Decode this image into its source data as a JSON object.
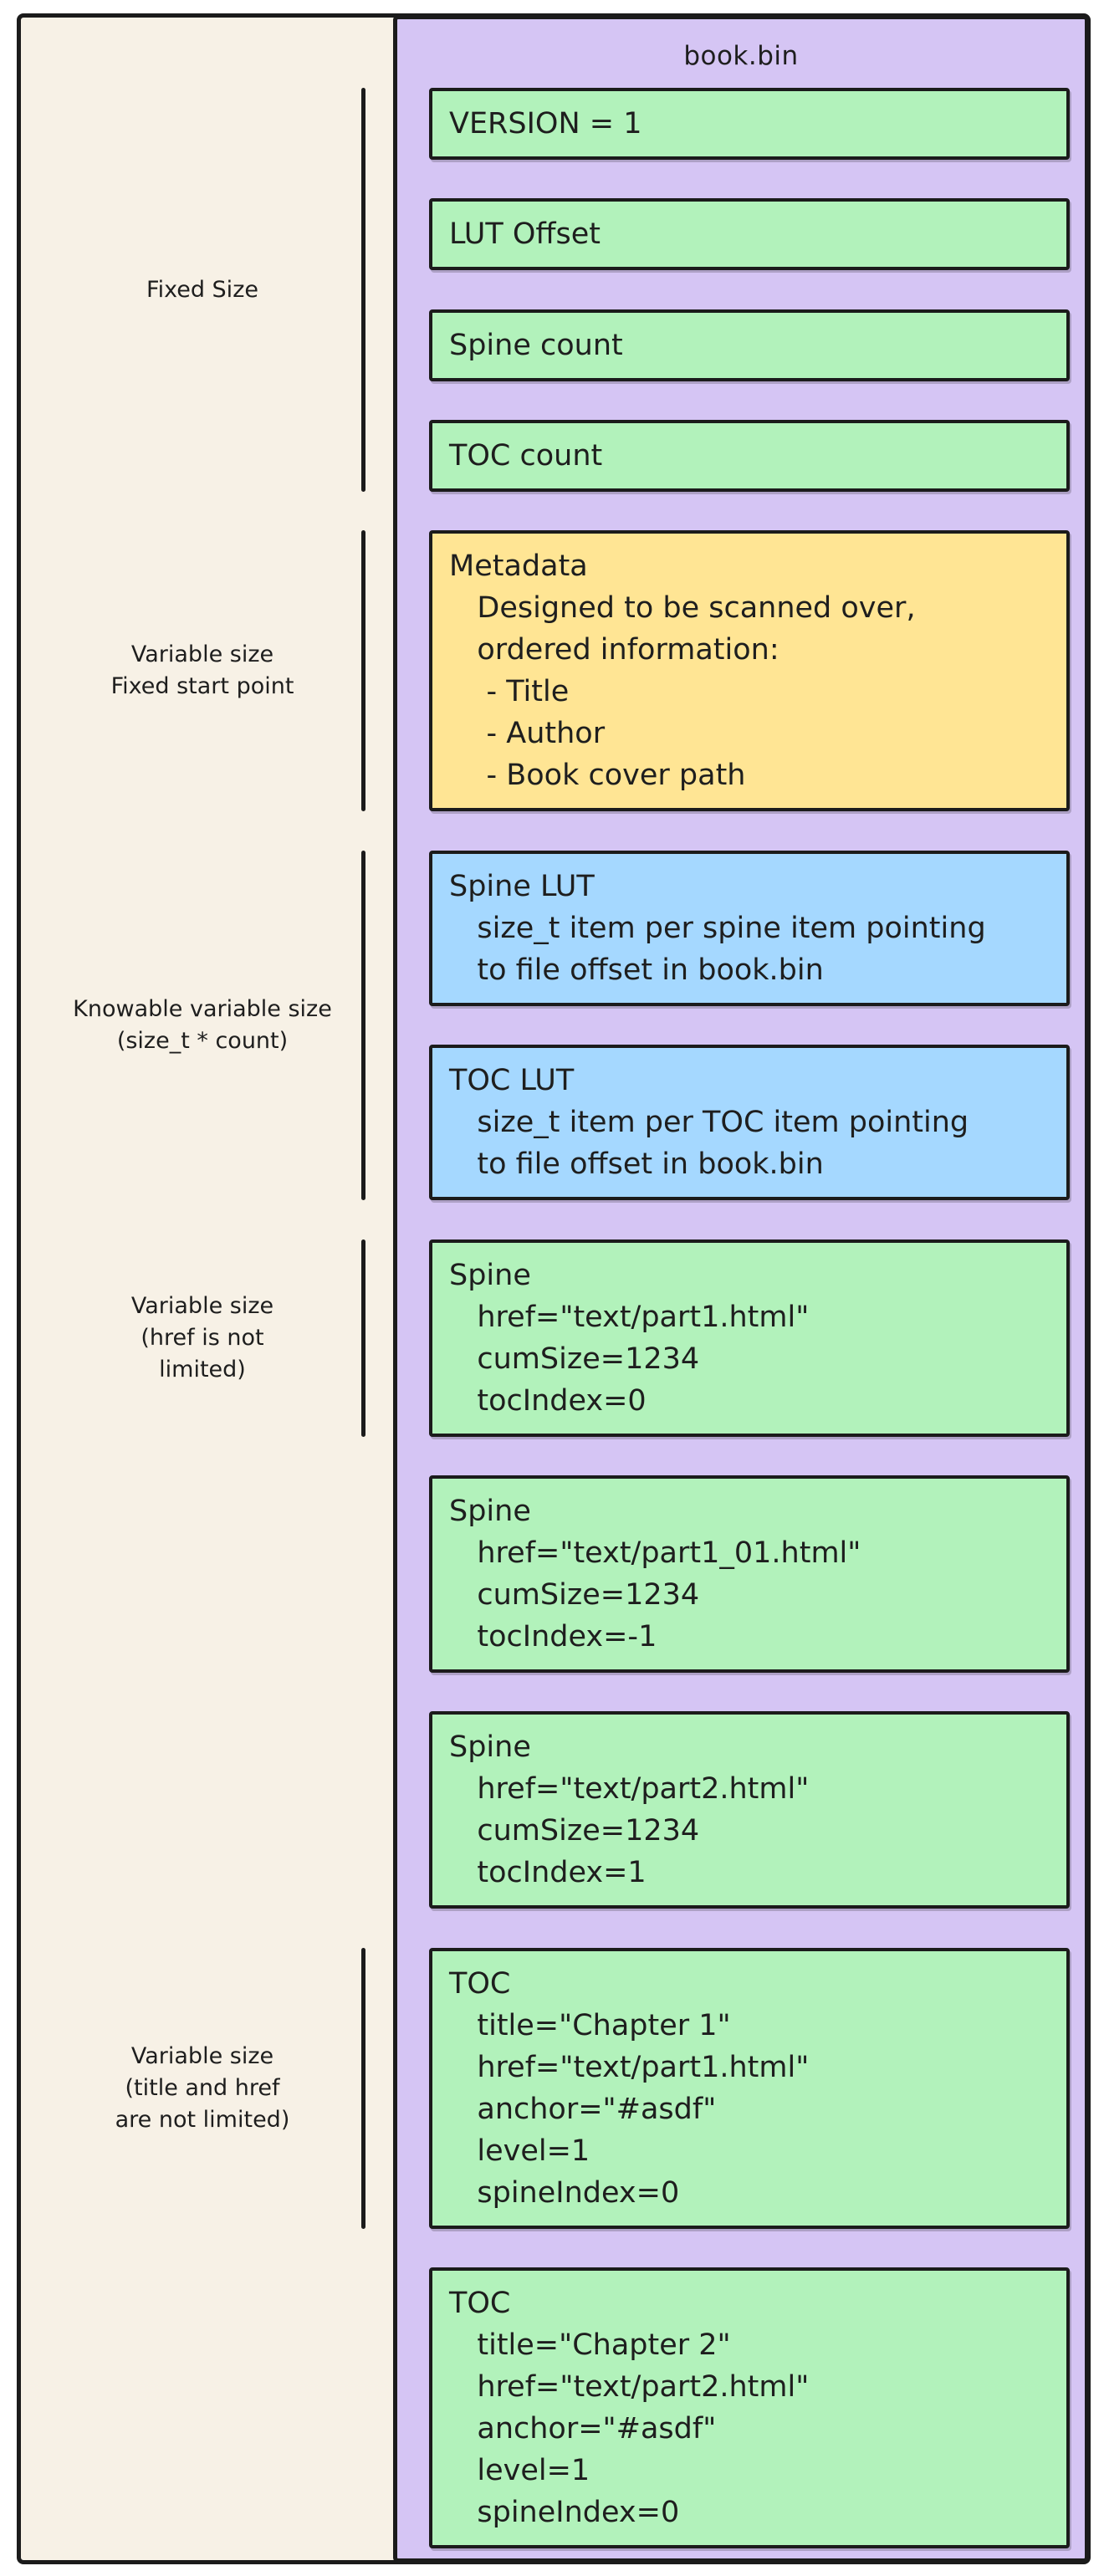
{
  "diagram": {
    "title": "book.bin",
    "boxes": [
      {
        "id": "version",
        "color": "green",
        "lines": [
          "VERSION = 1"
        ]
      },
      {
        "id": "lut-offset",
        "color": "green",
        "lines": [
          "LUT Offset"
        ]
      },
      {
        "id": "spine-count",
        "color": "green",
        "lines": [
          "Spine count"
        ]
      },
      {
        "id": "toc-count",
        "color": "green",
        "lines": [
          "TOC count"
        ]
      },
      {
        "id": "metadata",
        "color": "yellow",
        "lines": [
          "Metadata",
          "   Designed to be scanned over,",
          "   ordered information:",
          "    - Title",
          "    - Author",
          "    - Book cover path"
        ]
      },
      {
        "id": "spine-lut",
        "color": "blue",
        "lines": [
          "Spine LUT",
          "   size_t item per spine item pointing",
          "   to file offset in book.bin"
        ]
      },
      {
        "id": "toc-lut",
        "color": "blue",
        "lines": [
          "TOC LUT",
          "   size_t item per TOC item pointing",
          "   to file offset in book.bin"
        ]
      },
      {
        "id": "spine-1",
        "color": "green",
        "lines": [
          "Spine",
          "   href=\"text/part1.html\"",
          "   cumSize=1234",
          "   tocIndex=0"
        ]
      },
      {
        "id": "spine-2",
        "color": "green",
        "lines": [
          "Spine",
          "   href=\"text/part1_01.html\"",
          "   cumSize=1234",
          "   tocIndex=-1"
        ]
      },
      {
        "id": "spine-3",
        "color": "green",
        "lines": [
          "Spine",
          "   href=\"text/part2.html\"",
          "   cumSize=1234",
          "   tocIndex=1"
        ]
      },
      {
        "id": "toc-1",
        "color": "green",
        "lines": [
          "TOC",
          "   title=\"Chapter 1\"",
          "   href=\"text/part1.html\"",
          "   anchor=\"#asdf\"",
          "   level=1",
          "   spineIndex=0"
        ]
      },
      {
        "id": "toc-2",
        "color": "green",
        "lines": [
          "TOC",
          "   title=\"Chapter 2\"",
          "   href=\"text/part2.html\"",
          "   anchor=\"#asdf\"",
          "   level=1",
          "   spineIndex=0"
        ]
      }
    ],
    "groups": [
      {
        "id": "fixed-size",
        "from": 0,
        "to": 3,
        "label_lines": [
          "Fixed Size"
        ]
      },
      {
        "id": "variable-fixed-start",
        "from": 4,
        "to": 4,
        "label_lines": [
          "Variable size",
          "Fixed start point"
        ]
      },
      {
        "id": "knowable-variable",
        "from": 5,
        "to": 6,
        "label_lines": [
          "Knowable variable size",
          "(size_t * count)"
        ]
      },
      {
        "id": "variable-href",
        "from": 7,
        "to": 7,
        "label_lines": [
          "Variable size",
          "(href is not",
          "limited)"
        ]
      },
      {
        "id": "variable-title-href",
        "from": 10,
        "to": 10,
        "label_lines": [
          "Variable size",
          "(title and href",
          "are not limited)"
        ]
      }
    ]
  },
  "colors": {
    "green": "#b2f2bb",
    "yellow": "#ffe594",
    "blue": "#a5d8ff",
    "purple": "#d5c5f4",
    "background": "#f7f1e6",
    "stroke": "#1b1b1b"
  }
}
